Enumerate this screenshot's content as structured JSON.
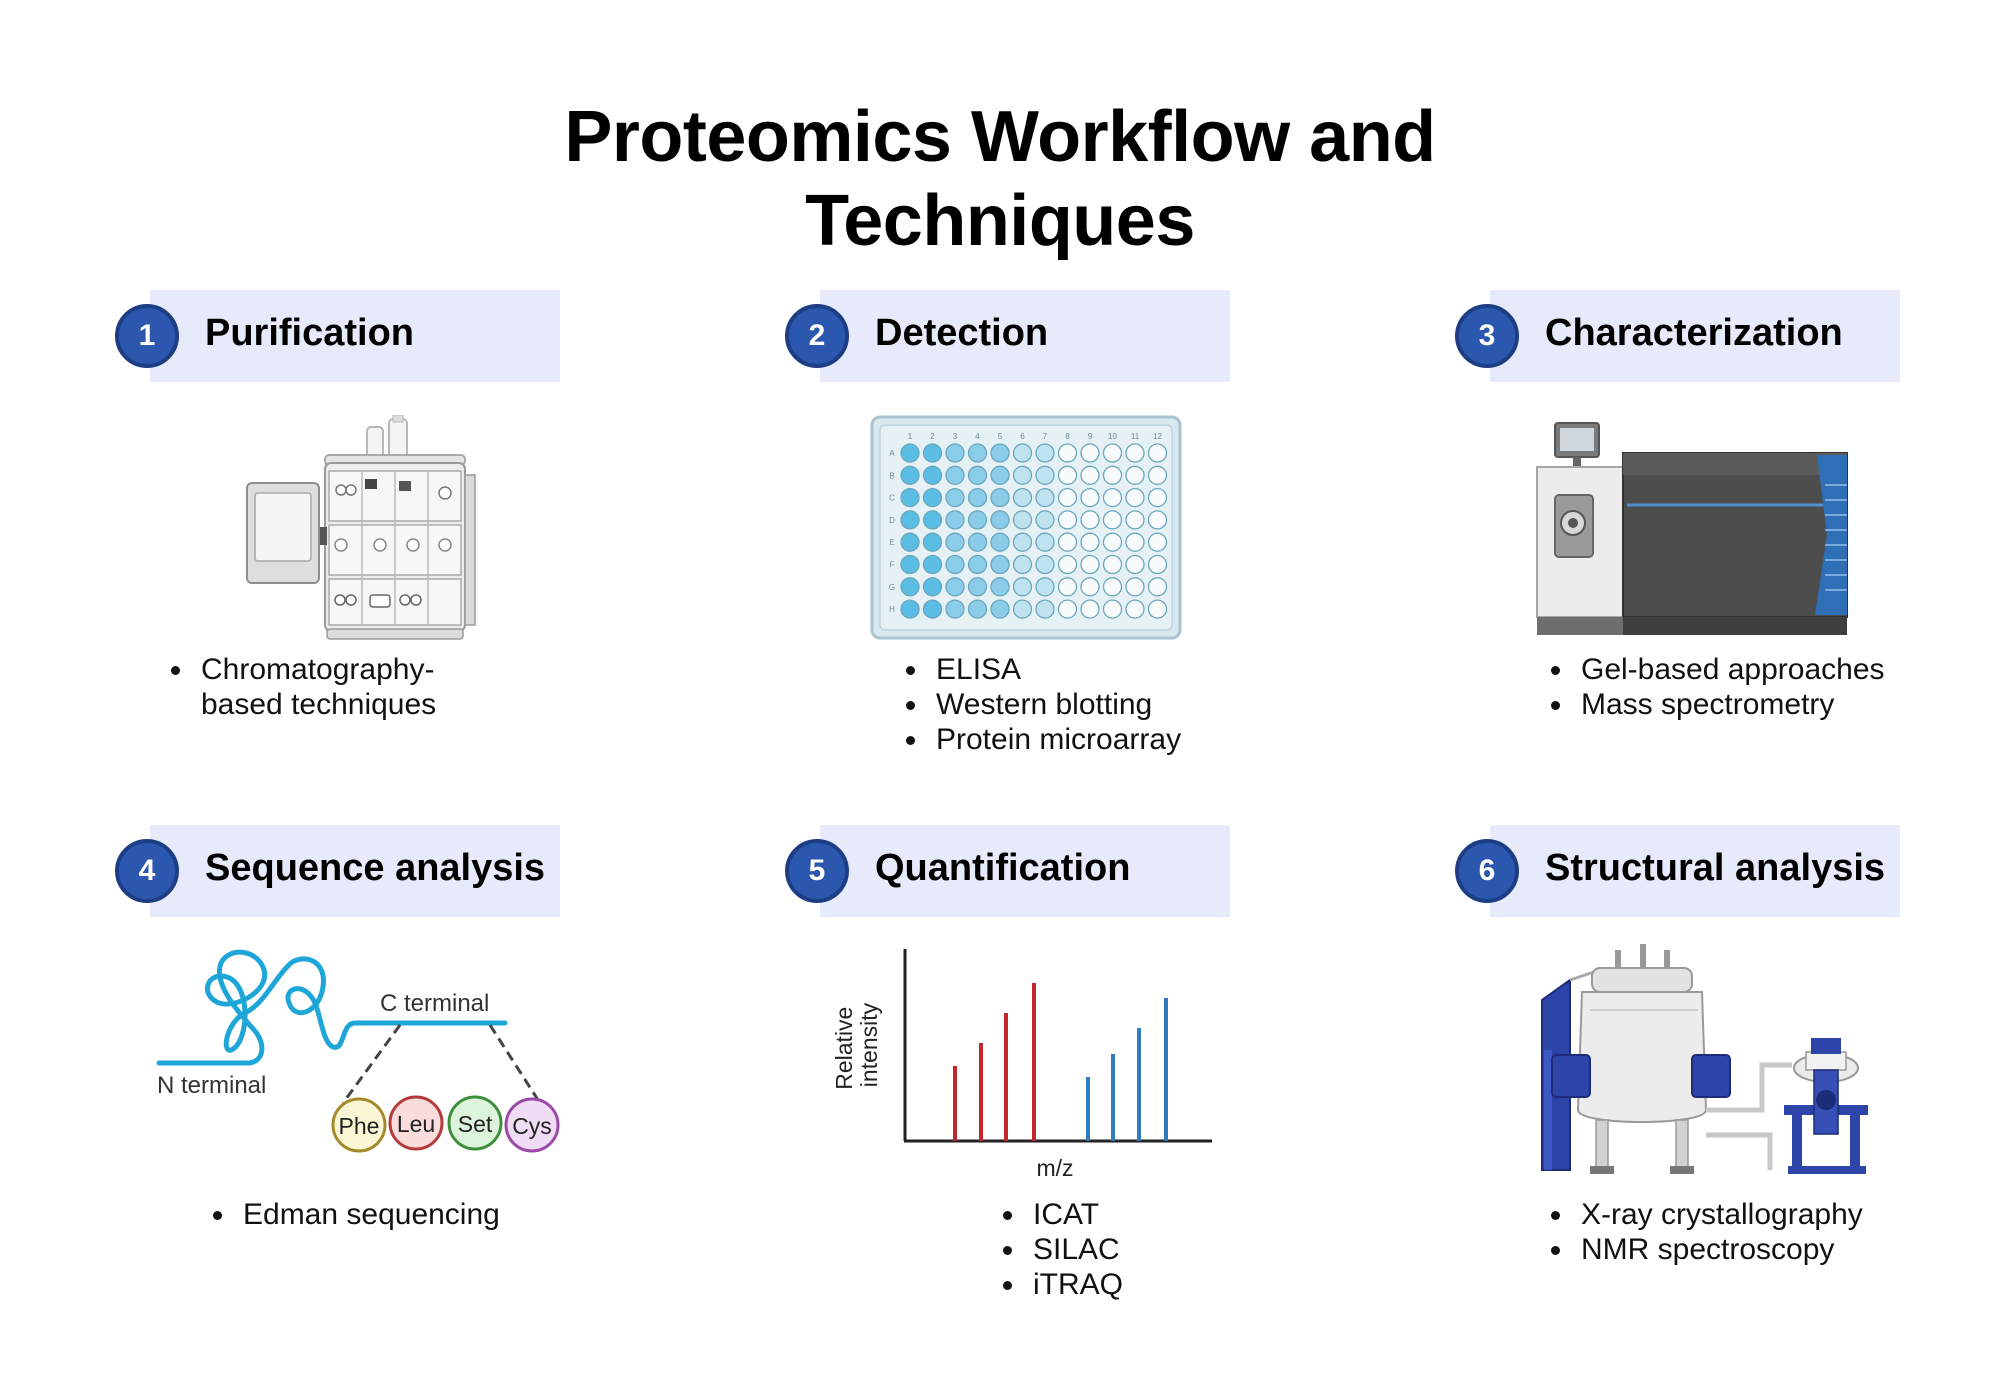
{
  "title": {
    "line1": "Proteomics Workflow and",
    "line2": "Techniques"
  },
  "colors": {
    "badge": "#2b57ae",
    "header_bg": "#e7eafa",
    "red_peak": "#c0282d",
    "blue_peak": "#2f7cc1",
    "protein_chain": "#1ea6d8"
  },
  "panels": [
    {
      "number": "1",
      "title": "Purification",
      "icon": "hplc-instrument-icon",
      "bullets": [
        "Chromatography-based techniques"
      ]
    },
    {
      "number": "2",
      "title": "Detection",
      "icon": "well-plate-icon",
      "bullets": [
        "ELISA",
        "Western blotting",
        "Protein microarray"
      ],
      "plate": {
        "cols": [
          "1",
          "2",
          "3",
          "4",
          "5",
          "6",
          "7",
          "8",
          "9",
          "10",
          "11",
          "12"
        ],
        "rows": [
          "A",
          "B",
          "C",
          "D",
          "E",
          "F",
          "G",
          "H"
        ]
      }
    },
    {
      "number": "3",
      "title": "Characterization",
      "icon": "mass-spectrometer-icon",
      "bullets": [
        "Gel-based approaches",
        "Mass spectrometry"
      ]
    },
    {
      "number": "4",
      "title": "Sequence analysis",
      "icon": "protein-chain-icon",
      "bullets": [
        "Edman sequencing"
      ],
      "labels": {
        "c_terminal": "C terminal",
        "n_terminal": "N terminal"
      },
      "residues": [
        "Phe",
        "Leu",
        "Set",
        "Cys"
      ]
    },
    {
      "number": "5",
      "title": "Quantification",
      "icon": "spectrum-chart-icon",
      "bullets": [
        "ICAT",
        "SILAC",
        "iTRAQ"
      ],
      "axis": {
        "y": [
          "Relative",
          "intensity"
        ],
        "x": "m/z"
      }
    },
    {
      "number": "6",
      "title": "Structural analysis",
      "icon": "nmr-spectrometer-icon",
      "bullets": [
        "X-ray crystallography",
        "NMR spectroscopy"
      ]
    }
  ]
}
